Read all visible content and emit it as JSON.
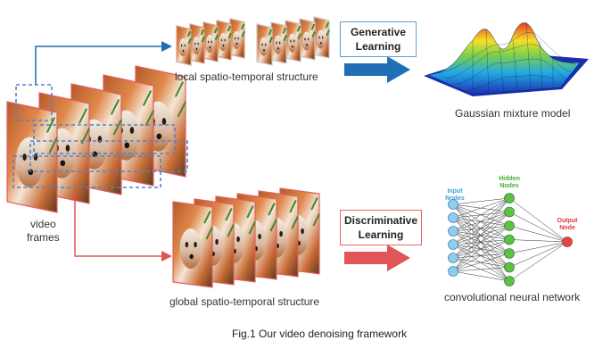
{
  "colors": {
    "blue": "#1f6fb5",
    "red": "#e05555",
    "frame_border": "#e06060",
    "input_node": "#8ecdf0",
    "hidden_node": "#5cc049",
    "output_node": "#e84444",
    "box_blue": "#5a9fd4",
    "box_red": "#e26a6a"
  },
  "labels": {
    "video_frames_1": "video",
    "video_frames_2": "frames",
    "local_structure": "local spatio-temporal structure",
    "global_structure": "global spatio-temporal structure",
    "gmm": "Gaussian mixture model",
    "cnn": "convolutional neural network",
    "caption": "Fig.1 Our video denoising framework"
  },
  "generative": {
    "line1": "Generative",
    "line2": "Learning"
  },
  "discriminative": {
    "line1": "Discriminative",
    "line2": "Learning"
  },
  "network": {
    "input_label_1": "Input",
    "input_label_2": "Nodes",
    "hidden_label_1": "Hidden",
    "hidden_label_2": "Nodes",
    "output_label_1": "Output",
    "output_label_2": "Node",
    "input_count": 6,
    "hidden_count": 7,
    "output_count": 1
  },
  "icons": {
    "video_frame": "red-panda-photo",
    "patch": "red-panda-patch",
    "surface": "gaussian-mixture-surface"
  }
}
